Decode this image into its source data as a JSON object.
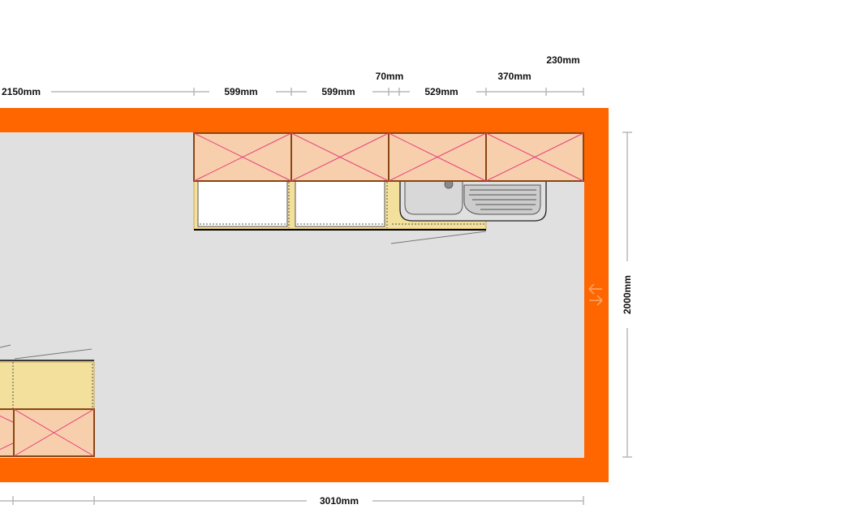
{
  "plan": {
    "colors": {
      "wall": "#FF6600",
      "floor": "#E0E0E0",
      "wall_cabinet_fill": "#F7CFAC",
      "wall_cabinet_cross": "#E8407A",
      "cabinet_outline": "#8B4513",
      "base_cabinet_fill": "#F3E09C",
      "dimension_line": "#B8B8B8"
    },
    "top_dimensions": {
      "d1": "2150mm",
      "d2": "599mm",
      "d3": "599mm",
      "d4": "70mm",
      "d5": "529mm",
      "d6": "370mm",
      "d7": "230mm"
    },
    "right_dimension": "2000mm",
    "bottom_dimension": "3010mm",
    "top_row": {
      "wall_cabinet_count": 4,
      "base_units": [
        "base-cabinet",
        "base-cabinet",
        "sink-unit"
      ],
      "sink_icon": "sink-with-drainer-icon"
    },
    "left_row": {
      "wall_cabinet_count": 2,
      "base_units": [
        "base-cabinet",
        "base-cabinet"
      ]
    },
    "right_wall_icon": "door-arrow-icon"
  }
}
